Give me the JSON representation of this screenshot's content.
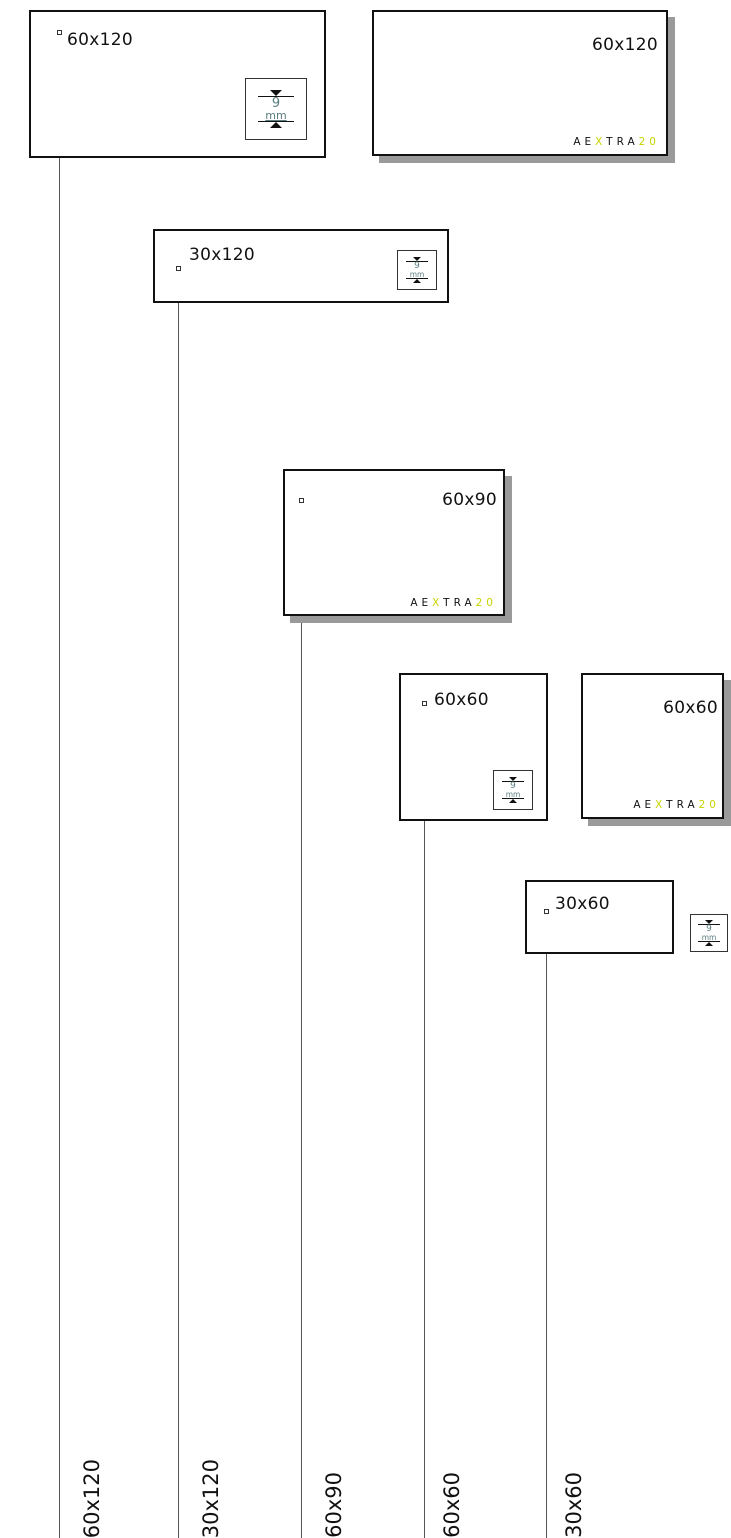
{
  "tiles": [
    {
      "size": "60x120"
    },
    {
      "size": "60x120",
      "brand": {
        "pre": "AE",
        "hl1": "X",
        "mid": "TRA",
        "hl2": "20"
      }
    },
    {
      "size": "30x120"
    },
    {
      "size": "60x90",
      "brand": {
        "pre": "AE",
        "hl1": "X",
        "mid": "TRA",
        "hl2": "20"
      }
    },
    {
      "size": "60x60"
    },
    {
      "size": "60x60",
      "brand": {
        "pre": "AE",
        "hl1": "X",
        "mid": "TRA",
        "hl2": "20"
      }
    },
    {
      "size": "30x60"
    }
  ],
  "thickness": {
    "value": "9",
    "unit": "mm"
  },
  "guide_labels": [
    "60x120",
    "30x120",
    "60x90",
    "60x60",
    "30x60"
  ],
  "colors": {
    "border": "#111111",
    "shadow": "#9a9a9a",
    "brand_highlight": "#c8d400",
    "thickness_text": "#5b7d80"
  }
}
